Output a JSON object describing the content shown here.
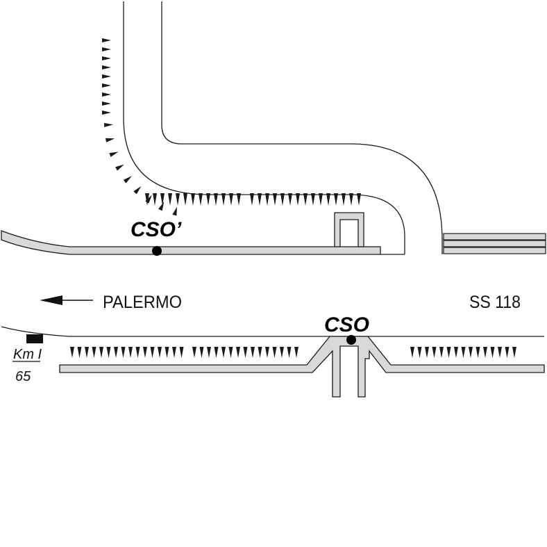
{
  "labels": {
    "cso_prime": "CSO’",
    "cso": "CSO",
    "direction": "PALERMO",
    "road": "SS 118",
    "km_line1": "Km I",
    "km_line2": "65"
  },
  "colors": {
    "line": "#1a1a1a",
    "road_fill": "#ffffff",
    "wall_fill": "#d9d9d9",
    "marker": "#000000"
  },
  "icons": {
    "direction_arrow": "arrow-left-icon",
    "km_marker": "km-stone-icon",
    "station_marker": "point-marker-icon",
    "slope_hatch": "embankment-hatch-icon"
  }
}
